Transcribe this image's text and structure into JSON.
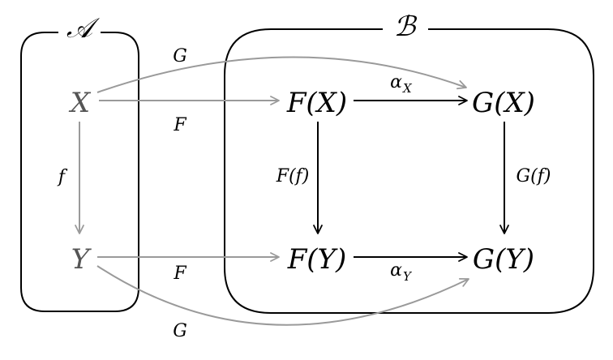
{
  "categories": {
    "source": "𝒜",
    "target": "ℬ"
  },
  "objects": {
    "X": "X",
    "Y": "Y",
    "FX": "F(X)",
    "GX": "G(X)",
    "FY": "F(Y)",
    "GY": "G(Y)"
  },
  "morphisms": {
    "f": "f",
    "F_top": "F",
    "F_bottom": "F",
    "G_top": "G",
    "G_bottom": "G",
    "Ff": "F(f)",
    "Gf": "G(f)",
    "alpha": "α",
    "alpha_sub_X": "X",
    "alpha_sub_Y": "Y"
  },
  "colors": {
    "black": "#000000",
    "gray": "#9a9a9a",
    "object_in_A": "#555555"
  }
}
